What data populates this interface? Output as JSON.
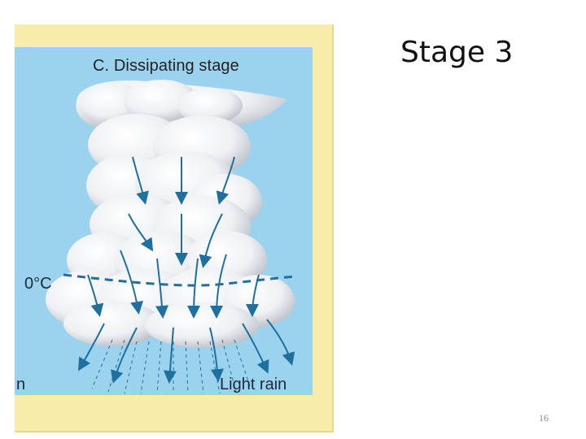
{
  "slide": {
    "title": "Stage 3",
    "number": "16"
  },
  "diagram": {
    "title": "C. Dissipating stage",
    "freezing_level_label": "0°C",
    "rain_label": "Light rain",
    "left_fragment_label": "n"
  },
  "colors": {
    "frame": "#f7ecaa",
    "sky": "#9bd3ef",
    "arrows": "#1f6f9f",
    "cloud": "#f3f4f6"
  }
}
